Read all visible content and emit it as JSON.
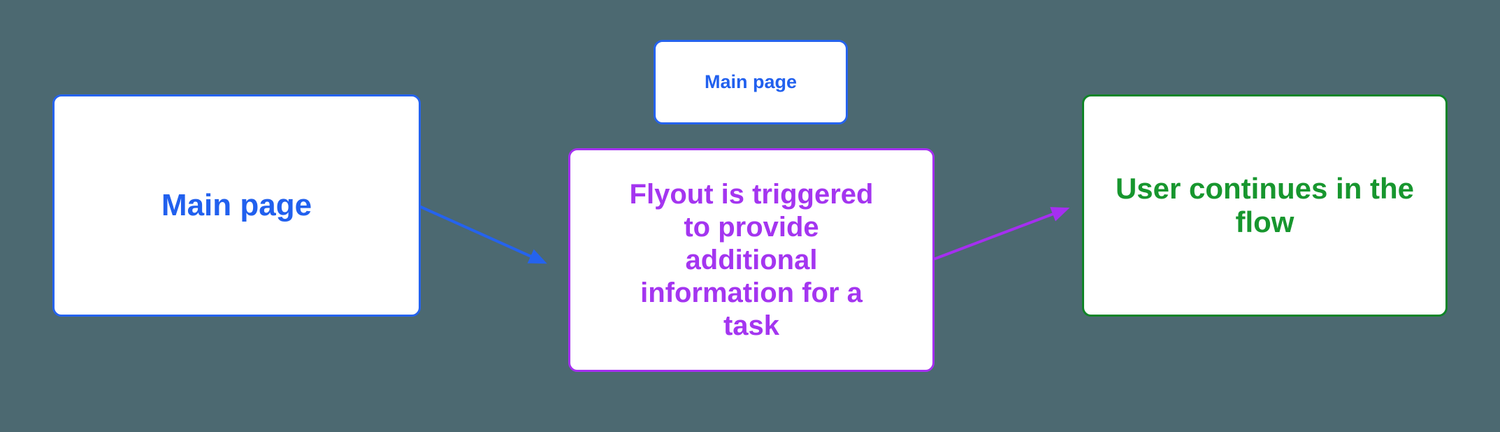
{
  "canvas": {
    "background_color": "#4C6971"
  },
  "nodes": [
    {
      "id": "main-page-left",
      "label": "Main page",
      "fill_color": "#FFFFFF",
      "border_color": "#2563EE",
      "text_color": "#2160EE"
    },
    {
      "id": "main-page-small",
      "label": "Main page",
      "fill_color": "#FFFFFF",
      "border_color": "#2563EE",
      "text_color": "#2160EE"
    },
    {
      "id": "flyout",
      "label": "Flyout is triggered to provide additional information for a task",
      "fill_color": "#FFFFFF",
      "border_color": "#A52FF0",
      "text_color": "#A435F0"
    },
    {
      "id": "user-continues",
      "label": "User continues in the flow",
      "fill_color": "#FFFFFF",
      "border_color": "#108428",
      "text_color": "#17962E"
    }
  ],
  "connectors": [
    {
      "id": "main-to-flyout",
      "from": "main-page-left",
      "to": "flyout",
      "color": "#2563EE"
    },
    {
      "id": "flyout-to-continue",
      "from": "flyout",
      "to": "user-continues",
      "color": "#A52FF0"
    }
  ]
}
